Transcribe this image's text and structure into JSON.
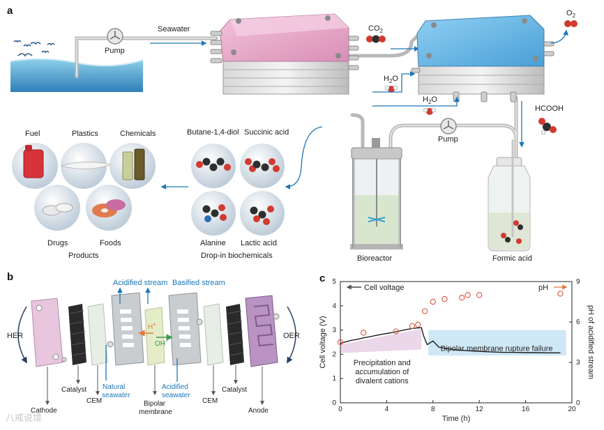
{
  "panels": {
    "a": "a",
    "b": "b",
    "c": "c"
  },
  "panel_a": {
    "seawater": "Seawater",
    "pump_left": "Pump",
    "pump_right": "Pump",
    "co2": "CO2",
    "o2": "O2",
    "h2o_1": "H2O",
    "h2o_2": "H2O",
    "hcooh": "HCOOH",
    "bioreactor": "Bioreactor",
    "formic_acid": "Formic acid",
    "products_title": "Products",
    "products": [
      "Fuel",
      "Plastics",
      "Chemicals",
      "Drugs",
      "Foods"
    ],
    "biochem_title": "Drop-in biochemicals",
    "biochemicals": [
      "Butane-1,4-diol",
      "Succinic acid",
      "Alanine",
      "Lactic acid"
    ]
  },
  "panel_b": {
    "hdr_acid": "Acidified stream",
    "hdr_basic": "Basified stream",
    "her": "HER",
    "oer": "OER",
    "hplus": "H+",
    "ohminus": "OH−",
    "labels": [
      "Cathode",
      "Catalyst",
      "CEM",
      "Natural seawater",
      "Bipolar membrane",
      "Acidified seawater",
      "CEM",
      "Catalyst",
      "Anode"
    ]
  },
  "chart_data": {
    "type": "line",
    "xlabel": "Time (h)",
    "ylabel": "Cell voltage (V)",
    "y2label": "pH of acidified stream",
    "xlim": [
      0,
      20
    ],
    "ylim": [
      0,
      5
    ],
    "y2lim": [
      0,
      9
    ],
    "xticks": [
      "0",
      "4",
      "8",
      "12",
      "16",
      "20"
    ],
    "yticks": [
      "0",
      "1",
      "2",
      "3",
      "4",
      "5"
    ],
    "y2ticks": [
      "0",
      "3",
      "6",
      "9"
    ],
    "legend_voltage": "Cell voltage",
    "legend_ph": "pH",
    "region_1_label": "Precipitation and accumulation of divalent cations",
    "region_2_label": "Bipolar membrane rupture failure",
    "series": [
      {
        "name": "Cell voltage",
        "axis": "left",
        "x": [
          0,
          0.5,
          1,
          1.5,
          2,
          2.5,
          3,
          3.5,
          4,
          4.5,
          5,
          5.5,
          6,
          6.5,
          7,
          7.2,
          7.5,
          8,
          8.5,
          9,
          10,
          11,
          12,
          13,
          14,
          15,
          16,
          17,
          18,
          19
        ],
        "y": [
          2.45,
          2.52,
          2.58,
          2.62,
          2.68,
          2.72,
          2.77,
          2.82,
          2.86,
          2.9,
          2.95,
          3.0,
          3.05,
          3.08,
          3.1,
          2.75,
          2.4,
          2.55,
          2.3,
          2.25,
          2.18,
          2.15,
          2.12,
          2.1,
          2.08,
          2.08,
          2.07,
          2.07,
          2.06,
          2.06
        ]
      },
      {
        "name": "pH",
        "axis": "right",
        "x": [
          0,
          2,
          4.8,
          6.2,
          6.7,
          7.3,
          8,
          9,
          10.5,
          11,
          12,
          19
        ],
        "y": [
          4.5,
          5.2,
          5.3,
          5.7,
          5.8,
          6.8,
          7.5,
          7.7,
          7.8,
          8.0,
          8.0,
          8.1
        ]
      }
    ]
  },
  "watermark": "八戒说境"
}
